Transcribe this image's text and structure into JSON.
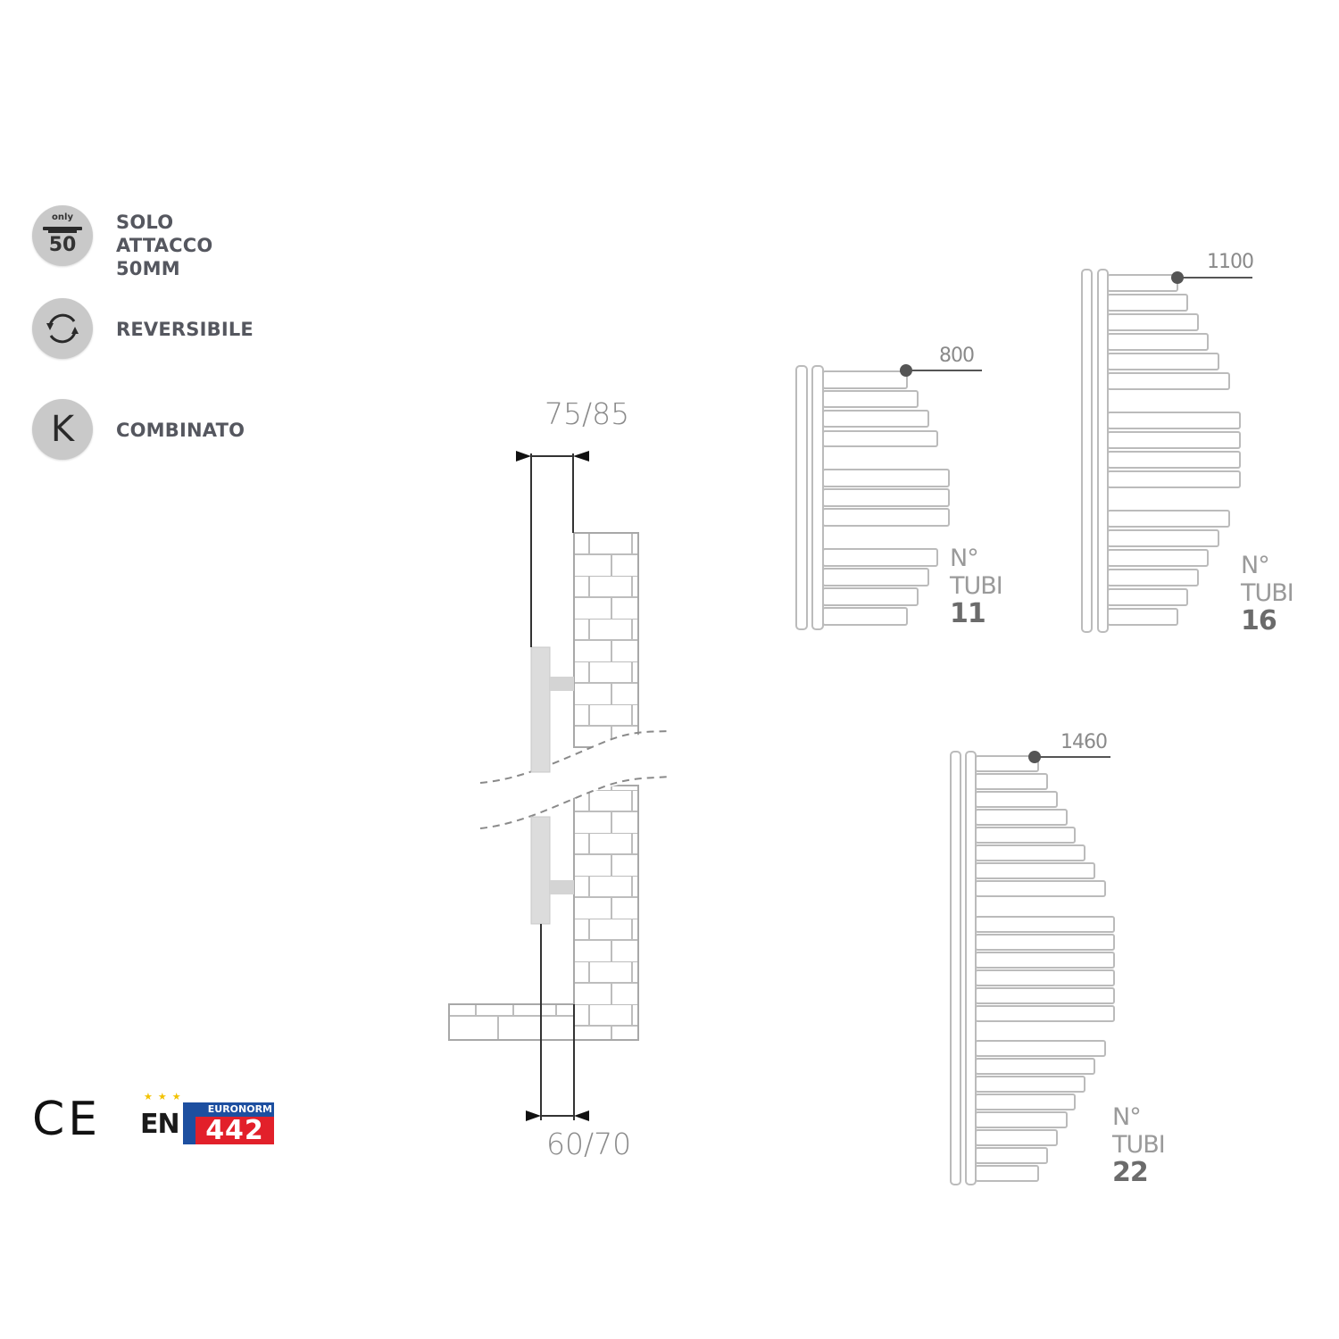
{
  "features": [
    {
      "icon": "only-50-connection-icon",
      "icon_top": "only",
      "icon_num": "50",
      "label": "SOLO ATTACCO\n50MM"
    },
    {
      "icon": "reversible-arrows-icon",
      "label": "REVERSIBILE"
    },
    {
      "icon": "k-combined-icon",
      "icon_letter": "K",
      "label": "COMBINATO"
    }
  ],
  "certifications": {
    "ce": "CE",
    "en_prefix": "EN",
    "en_band": "EURONORM",
    "en_number": "442",
    "colors": {
      "blue": "#1d4fa0",
      "red": "#e2202a",
      "stars": "#f2c200"
    }
  },
  "side_section": {
    "top_dimension": "75/85",
    "bottom_dimension": "60/70"
  },
  "radiators": [
    {
      "width": "800",
      "label_line1": "N°",
      "label_line2": "TUBI",
      "tubes": "11"
    },
    {
      "width": "1100",
      "label_line1": "N°",
      "label_line2": "TUBI",
      "tubes": "16"
    },
    {
      "width": "1460",
      "label_line1": "N°",
      "label_line2": "TUBI",
      "tubes": "22"
    }
  ],
  "colors": {
    "badge_bg": "#c9c9c9",
    "label_text": "#55575f",
    "line_gray": "#b5b5b5",
    "dim_text": "#8a8a8a"
  }
}
